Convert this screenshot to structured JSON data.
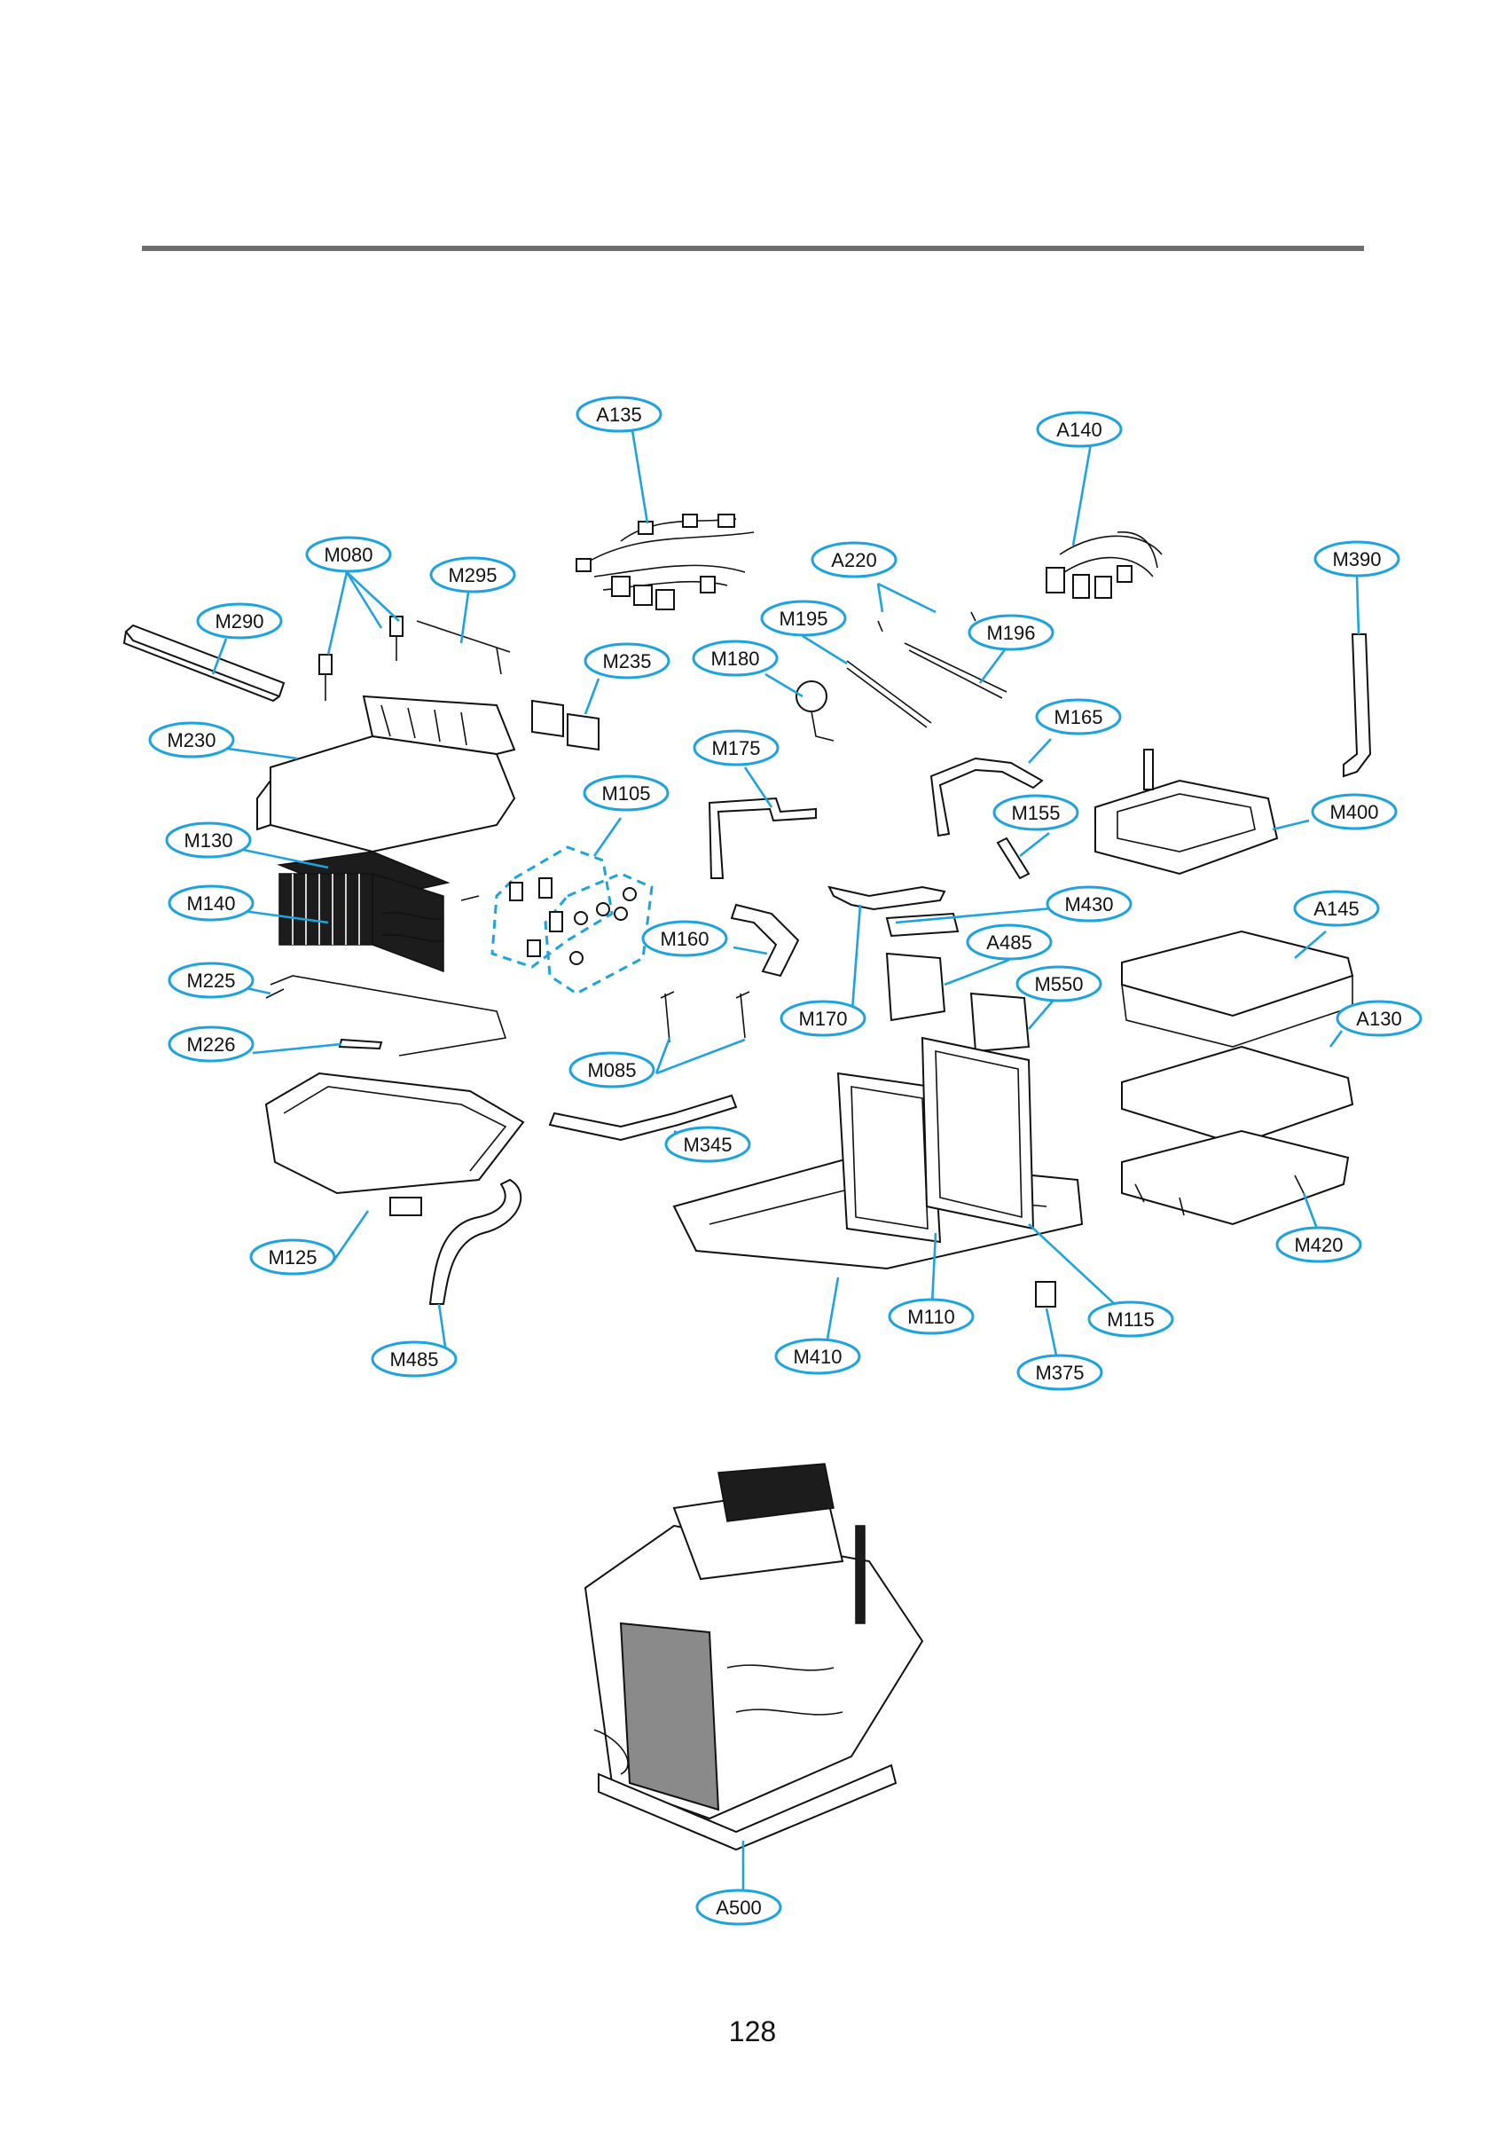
{
  "page_number": "128",
  "colors": {
    "callout": "#1fa3dc",
    "rule": "#6e6e6e",
    "ink": "#111111"
  },
  "callouts": {
    "A135": "A135",
    "A140": "A140",
    "M080": "M080",
    "M295": "M295",
    "A220": "A220",
    "M390": "M390",
    "M290": "M290",
    "M195": "M195",
    "M196": "M196",
    "M235": "M235",
    "M180": "M180",
    "M165": "M165",
    "M230": "M230",
    "M175": "M175",
    "M105": "M105",
    "M155": "M155",
    "M400": "M400",
    "M130": "M130",
    "M430": "M430",
    "M140": "M140",
    "A145": "A145",
    "M160": "M160",
    "A485": "A485",
    "M225": "M225",
    "M550": "M550",
    "M170": "M170",
    "A130": "A130",
    "M226": "M226",
    "M085": "M085",
    "M345": "M345",
    "M420": "M420",
    "M125": "M125",
    "M110": "M110",
    "M115": "M115",
    "M485": "M485",
    "M410": "M410",
    "M375": "M375",
    "A500": "A500"
  }
}
